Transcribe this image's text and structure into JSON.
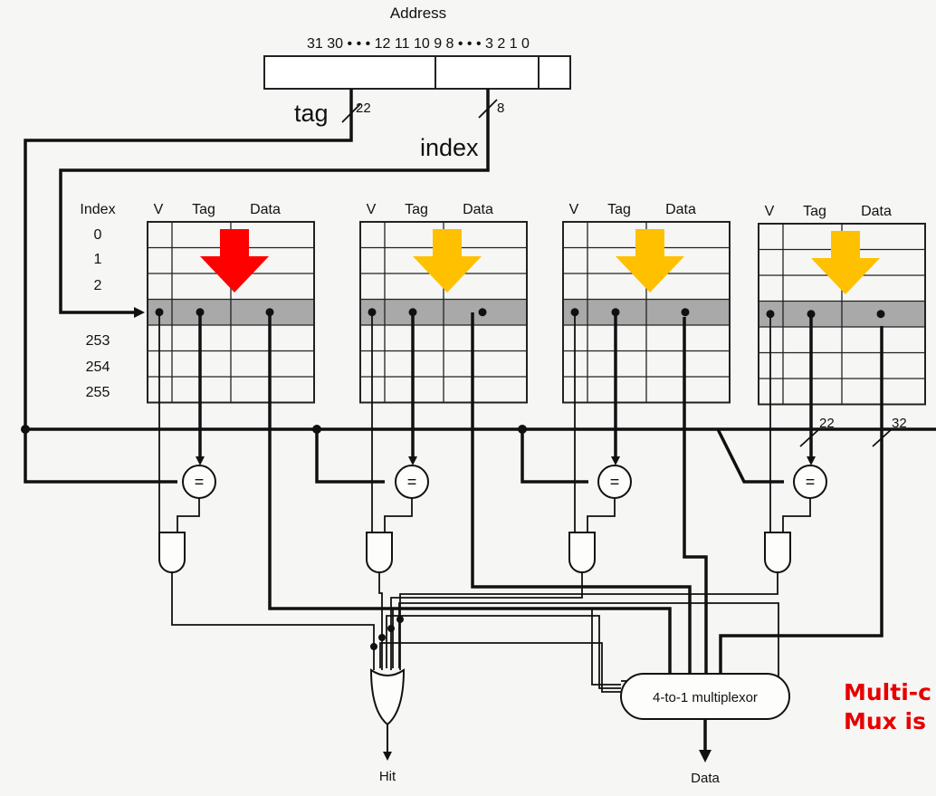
{
  "address": {
    "title": "Address",
    "bit_labels": "31 30 • • • 12 11 10 9 8 • • • 3 2 1 0"
  },
  "labels": {
    "tag": "tag",
    "tag_width": "22",
    "index": "index",
    "index_width": "8",
    "tag_bus_width": "22",
    "data_bus_width": "32",
    "comparator": "=",
    "multiplexor": "4-to-1 multiplexor",
    "hit": "Hit",
    "data_out": "Data"
  },
  "table": {
    "index_header": "Index",
    "col_v": "V",
    "col_tag": "Tag",
    "col_data": "Data",
    "rows_top": [
      "0",
      "1",
      "2"
    ],
    "rows_bottom": [
      "253",
      "254",
      "255"
    ]
  },
  "ways": [
    {
      "arrow_color": "#ff0000"
    },
    {
      "arrow_color": "#ffc000"
    },
    {
      "arrow_color": "#ffc000"
    },
    {
      "arrow_color": "#ffc000"
    }
  ],
  "note": {
    "line1": "Multi-c",
    "line2": "Mux is",
    "color": "#e60000"
  }
}
